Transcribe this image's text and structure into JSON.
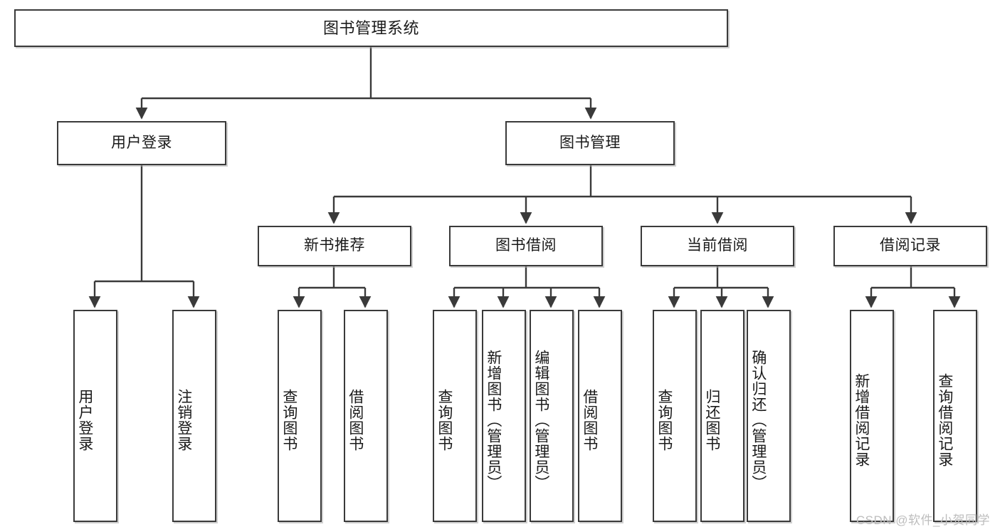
{
  "diagram": {
    "title": "图书管理系统",
    "type": "tree",
    "watermark": "CSDN @软件_小贺同学",
    "colors": {
      "stroke": "#3a3a3a",
      "fill": "#ffffff",
      "text": "#1a1a1a",
      "shadow": "#aaaaaa",
      "watermark": "#bdbdbd"
    },
    "levels": {
      "root": [
        {
          "id": "root",
          "label": "图书管理系统"
        }
      ],
      "level2": [
        {
          "id": "user-login",
          "label": "用户登录"
        },
        {
          "id": "book-management",
          "label": "图书管理"
        }
      ],
      "level3": [
        {
          "id": "new-book-recommend",
          "label": "新书推荐"
        },
        {
          "id": "book-borrow",
          "label": "图书借阅"
        },
        {
          "id": "current-borrow",
          "label": "当前借阅"
        },
        {
          "id": "borrow-record",
          "label": "借阅记录"
        }
      ],
      "leaves": [
        {
          "id": "leaf-user-login",
          "label": "用户登录",
          "parent": "user-login"
        },
        {
          "id": "leaf-user-logout",
          "label": "注销登录",
          "parent": "user-login"
        },
        {
          "id": "leaf-query-book-1",
          "label": "查询图书",
          "parent": "new-book-recommend"
        },
        {
          "id": "leaf-borrow-book-1",
          "label": "借阅图书",
          "parent": "new-book-recommend"
        },
        {
          "id": "leaf-query-book-2",
          "label": "查询图书",
          "parent": "book-borrow"
        },
        {
          "id": "leaf-add-book",
          "label": "新增图书（管理员）",
          "parent": "book-borrow"
        },
        {
          "id": "leaf-edit-book",
          "label": "编辑图书（管理员）",
          "parent": "book-borrow"
        },
        {
          "id": "leaf-borrow-book-2",
          "label": "借阅图书",
          "parent": "book-borrow"
        },
        {
          "id": "leaf-query-book-3",
          "label": "查询图书",
          "parent": "current-borrow"
        },
        {
          "id": "leaf-return-book",
          "label": "归还图书",
          "parent": "current-borrow"
        },
        {
          "id": "leaf-confirm-return",
          "label": "确认归还（管理员）",
          "parent": "current-borrow"
        },
        {
          "id": "leaf-add-record",
          "label": "新增借阅记录",
          "parent": "borrow-record"
        },
        {
          "id": "leaf-query-record",
          "label": "查询借阅记录",
          "parent": "borrow-record"
        }
      ]
    }
  }
}
